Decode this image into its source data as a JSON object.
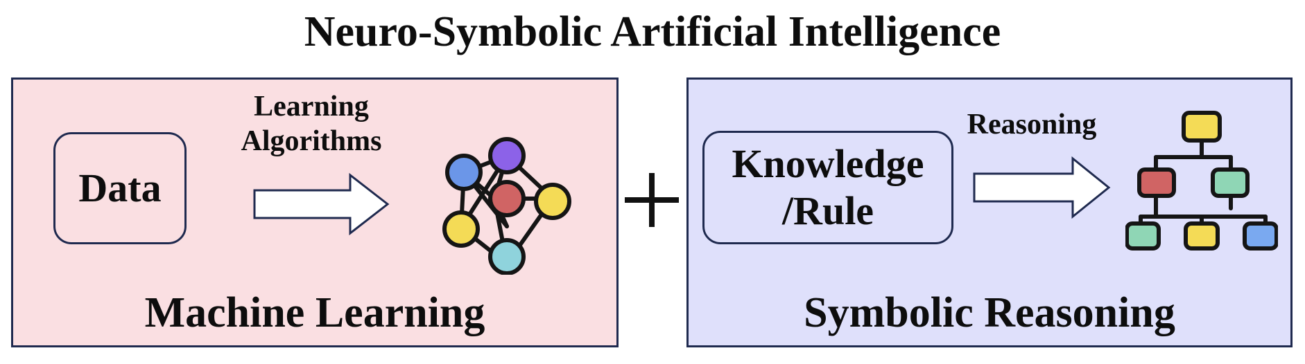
{
  "title": "Neuro-Symbolic Artificial Intelligence",
  "machine_learning": {
    "input_label": "Data",
    "arrow_label_line1": "Learning",
    "arrow_label_line2": "Algorithms",
    "panel_title": "Machine Learning",
    "background_color": "#fadfe2",
    "icon": "neural-network-icon"
  },
  "operator": "+",
  "symbolic_reasoning": {
    "input_label_line1": "Knowledge",
    "input_label_line2": "/Rule",
    "arrow_label": "Reasoning",
    "panel_title": "Symbolic Reasoning",
    "background_color": "#dfe0fb",
    "icon": "hierarchy-tree-icon"
  },
  "colors": {
    "border": "#1f2a4f",
    "node_blue": "#6b96e8",
    "node_purple": "#8c62e8",
    "node_red": "#d06464",
    "node_yellow": "#f4db56",
    "node_teal": "#8fd3dc",
    "tree_green": "#8fd6b5",
    "tree_blue": "#7aa9f0"
  }
}
